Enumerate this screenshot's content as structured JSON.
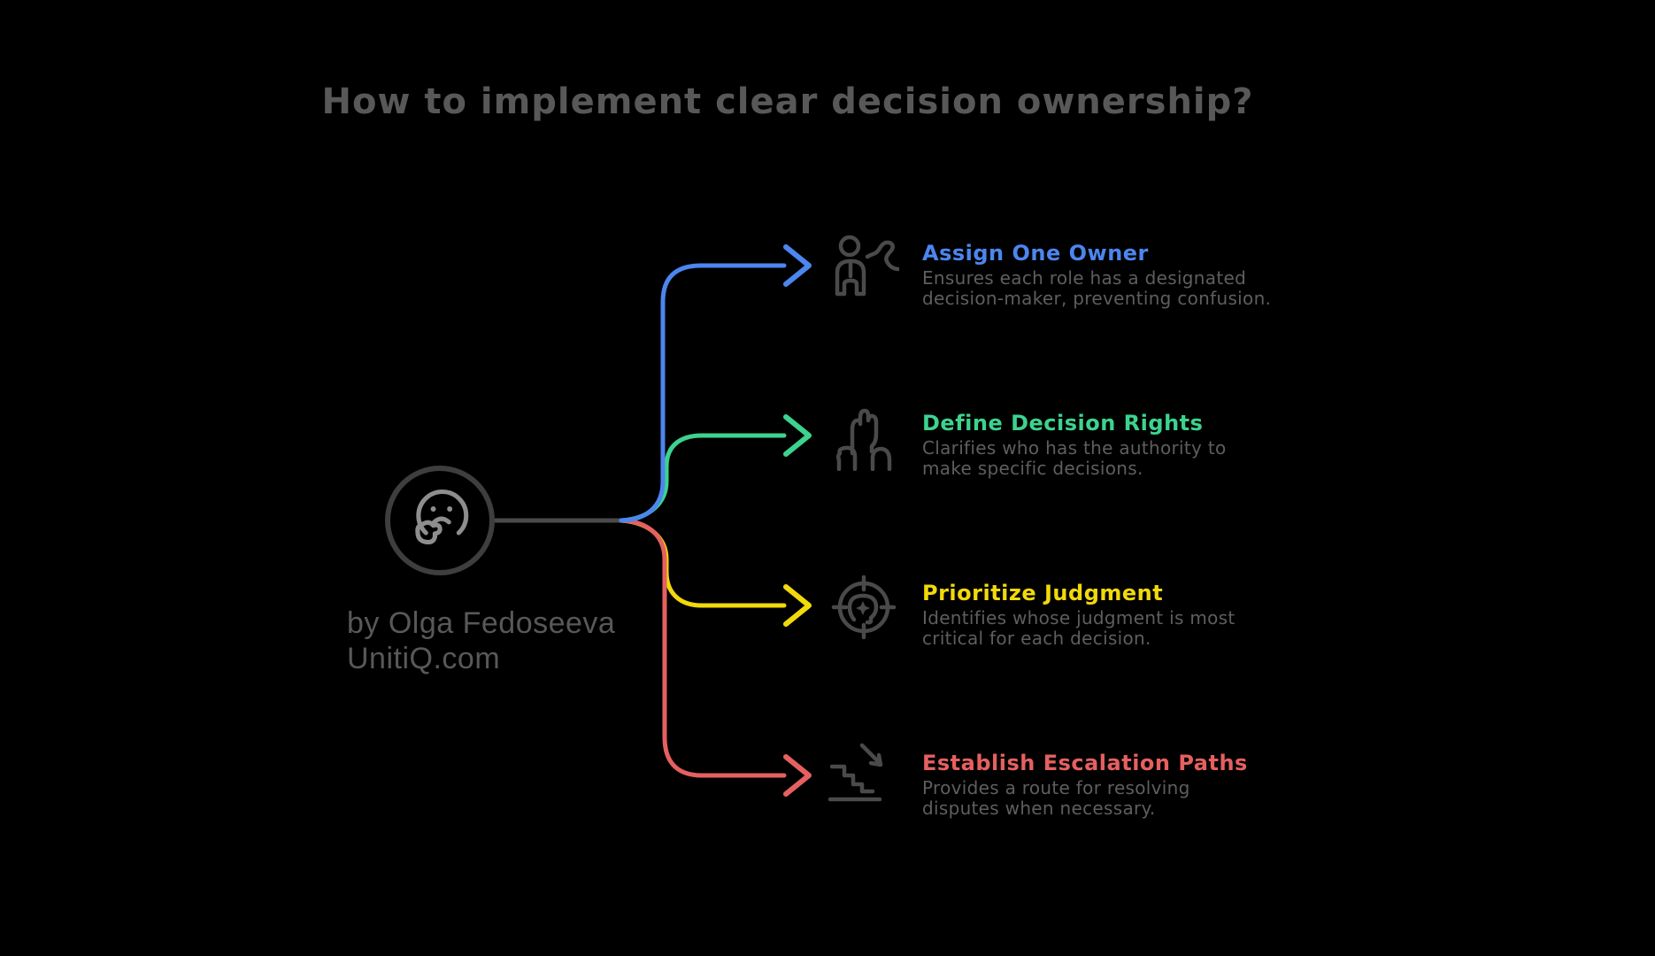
{
  "page": {
    "title": "How to implement clear decision ownership?",
    "background": "#000000"
  },
  "byline": {
    "line1": "by Olga Fedoseeva",
    "line2": "UnitiQ.com"
  },
  "center": {
    "icon": "thinking-face-icon",
    "ring_color": "#3e3e3e",
    "face_color": "#8e8e8e"
  },
  "connectors": {
    "root_color": "#4a4a4a"
  },
  "items": [
    {
      "id": "assign-one-owner",
      "icon": "person-delegate-icon",
      "color": "#4c86ee",
      "title": "Assign One Owner",
      "desc_lines": [
        "Ensures each role has a designated",
        "decision-maker, preventing confusion."
      ]
    },
    {
      "id": "define-decision-rights",
      "icon": "raised-hands-icon",
      "color": "#3cd38e",
      "title": "Define Decision Rights",
      "desc_lines": [
        "Clarifies who has the authority to",
        "make specific decisions."
      ]
    },
    {
      "id": "prioritize-judgment",
      "icon": "target-head-icon",
      "color": "#f1d90b",
      "title": "Prioritize Judgment",
      "desc_lines": [
        "Identifies whose judgment is most",
        "critical for each decision."
      ]
    },
    {
      "id": "establish-escalation-paths",
      "icon": "stairs-down-icon",
      "color": "#e66060",
      "title": "Establish Escalation Paths",
      "desc_lines": [
        "Provides a route for resolving",
        "disputes when necessary."
      ]
    }
  ]
}
